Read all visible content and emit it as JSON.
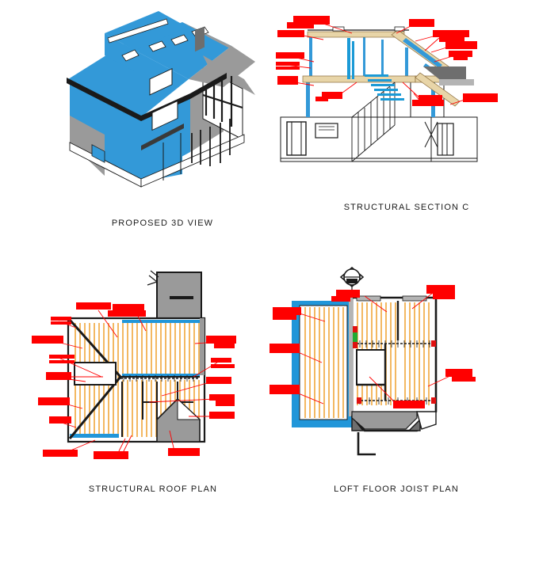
{
  "sheet": {
    "background_color": "#ffffff",
    "title": "Structural drawing sheet",
    "palette": {
      "blue": "#3399d8",
      "blue_fill": "#2196d9",
      "gray": "#9a9a9a",
      "timber": "#e8d5a8",
      "joist_orange": "#f0a63a",
      "redaction_red": "#ff0000",
      "line_black": "#1a1a1a"
    }
  },
  "panels": [
    {
      "id": "proposed-3d-view",
      "caption": "PROPOSED 3D VIEW",
      "drawing_type": "3d-axonometric",
      "description": "Axonometric view of a two storey house with hipped and gabled roof, dormer windows, mock-tudor gable, bay windows",
      "annotation_count": 0
    },
    {
      "id": "structural-section-c",
      "caption": "STRUCTURAL SECTION C",
      "drawing_type": "section",
      "description": "Cross section through house showing loft conversion, steel and timber beams, staircase, floor joists and roof rafters",
      "annotation_count": 14
    },
    {
      "id": "structural-roof-plan",
      "caption": "STRUCTURAL ROOF PLAN",
      "drawing_type": "plan",
      "description": "Roof plan showing rafter and joist directions, hip lines, chimney stack, ridge beams and purlins",
      "annotation_count": 18
    },
    {
      "id": "loft-floor-joist-plan",
      "caption": "LOFT FLOOR JOIST PLAN",
      "drawing_type": "plan",
      "description": "Loft floor plan showing joist spans, trimmer beams, stairwell opening, bay and section marker",
      "annotation_count": 8
    }
  ],
  "markers": {
    "section_marker_label": "section-marker",
    "redaction_note": "annotation text blocks covered by solid red bars"
  }
}
